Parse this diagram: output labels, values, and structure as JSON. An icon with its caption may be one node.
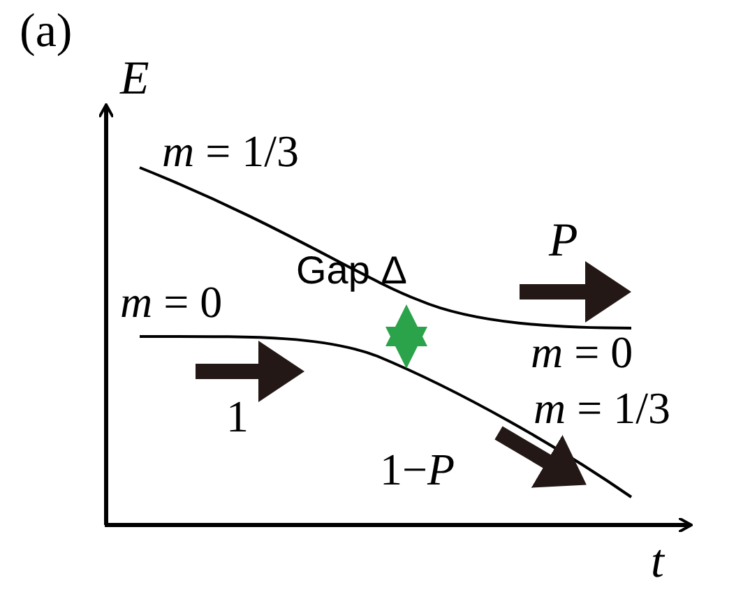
{
  "diagram": {
    "labels": [
      "(a)",
      "E",
      "*m* = 1/3",
      "Gap Δ",
      "P",
      "*m* = 0",
      "*m* = 0",
      "1",
      "*m* = 1/3",
      "1−*P*",
      "t"
    ]
  }
}
